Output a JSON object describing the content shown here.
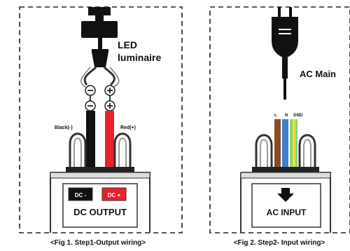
{
  "figures": {
    "fig1": {
      "caption": "<Fig 1.  Step1-Output wiring>",
      "luminaire_label_line1": "LED",
      "luminaire_label_line2": "luminaire",
      "terminal_minus": "⊖",
      "terminal_plus": "⊕",
      "wire_black_label": "Black(-)",
      "wire_red_label": "Red(+)",
      "dc_minus_label": "DC -",
      "dc_plus_label": "DC +",
      "panel_label": "DC  OUTPUT"
    },
    "fig2": {
      "caption": "<Fig 2. Step2- Input wiring>",
      "ac_main_label": "AC Main",
      "wire_l_label": "L",
      "wire_n_label": "N",
      "wire_gnd_label": "GND",
      "panel_label": "AC  INPUT"
    }
  },
  "colors": {
    "red_wire": "#e8222c",
    "black_wire": "#111111",
    "brown_wire": "#8a4a22",
    "blue_wire": "#3d7fd0",
    "green_wire": "#8fd46a"
  }
}
